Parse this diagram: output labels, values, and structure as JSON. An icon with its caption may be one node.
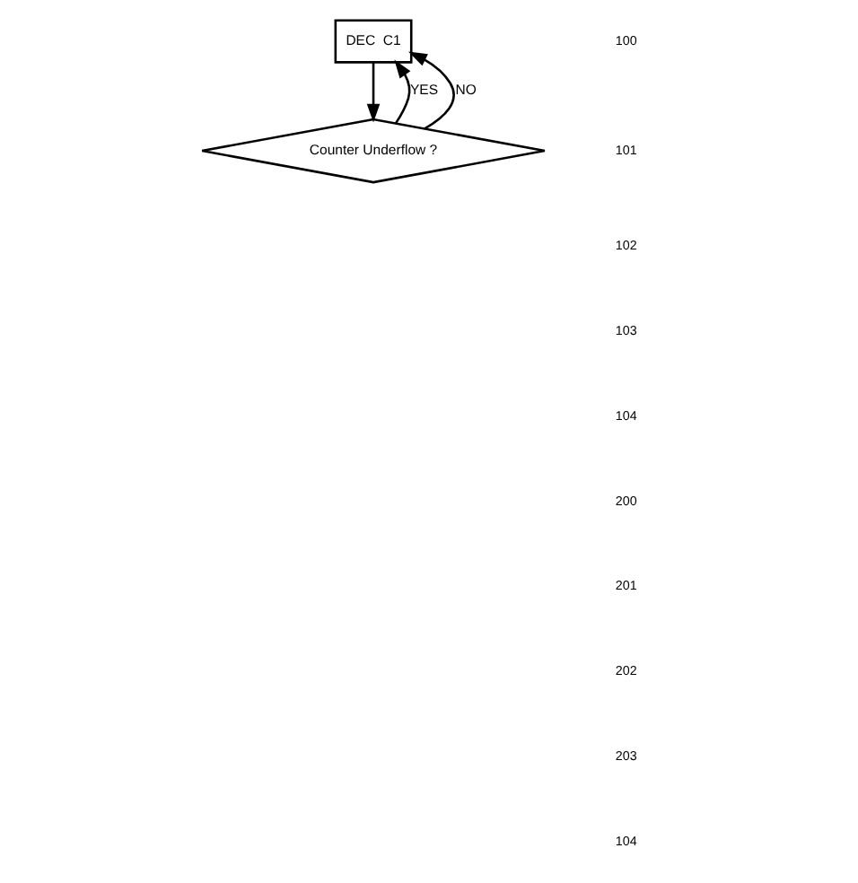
{
  "diagram": {
    "nodes": [
      {
        "text": [
          "DEC  C1"
        ]
      },
      {
        "text": [
          "Counter Underflow ?"
        ]
      }
    ],
    "edges": [
      {
        "from": 0,
        "to": 1,
        "arrow": "to"
      },
      {
        "from": 1,
        "to": 0,
        "arrow": "to",
        "label": "YES"
      },
      {
        "from": 1,
        "to": 0,
        "arrow": "to",
        "label": "NO"
      }
    ],
    "labels": [
      "100",
      "101",
      "102",
      "103",
      "104",
      "200",
      "201",
      "202",
      "203",
      "104"
    ]
  }
}
